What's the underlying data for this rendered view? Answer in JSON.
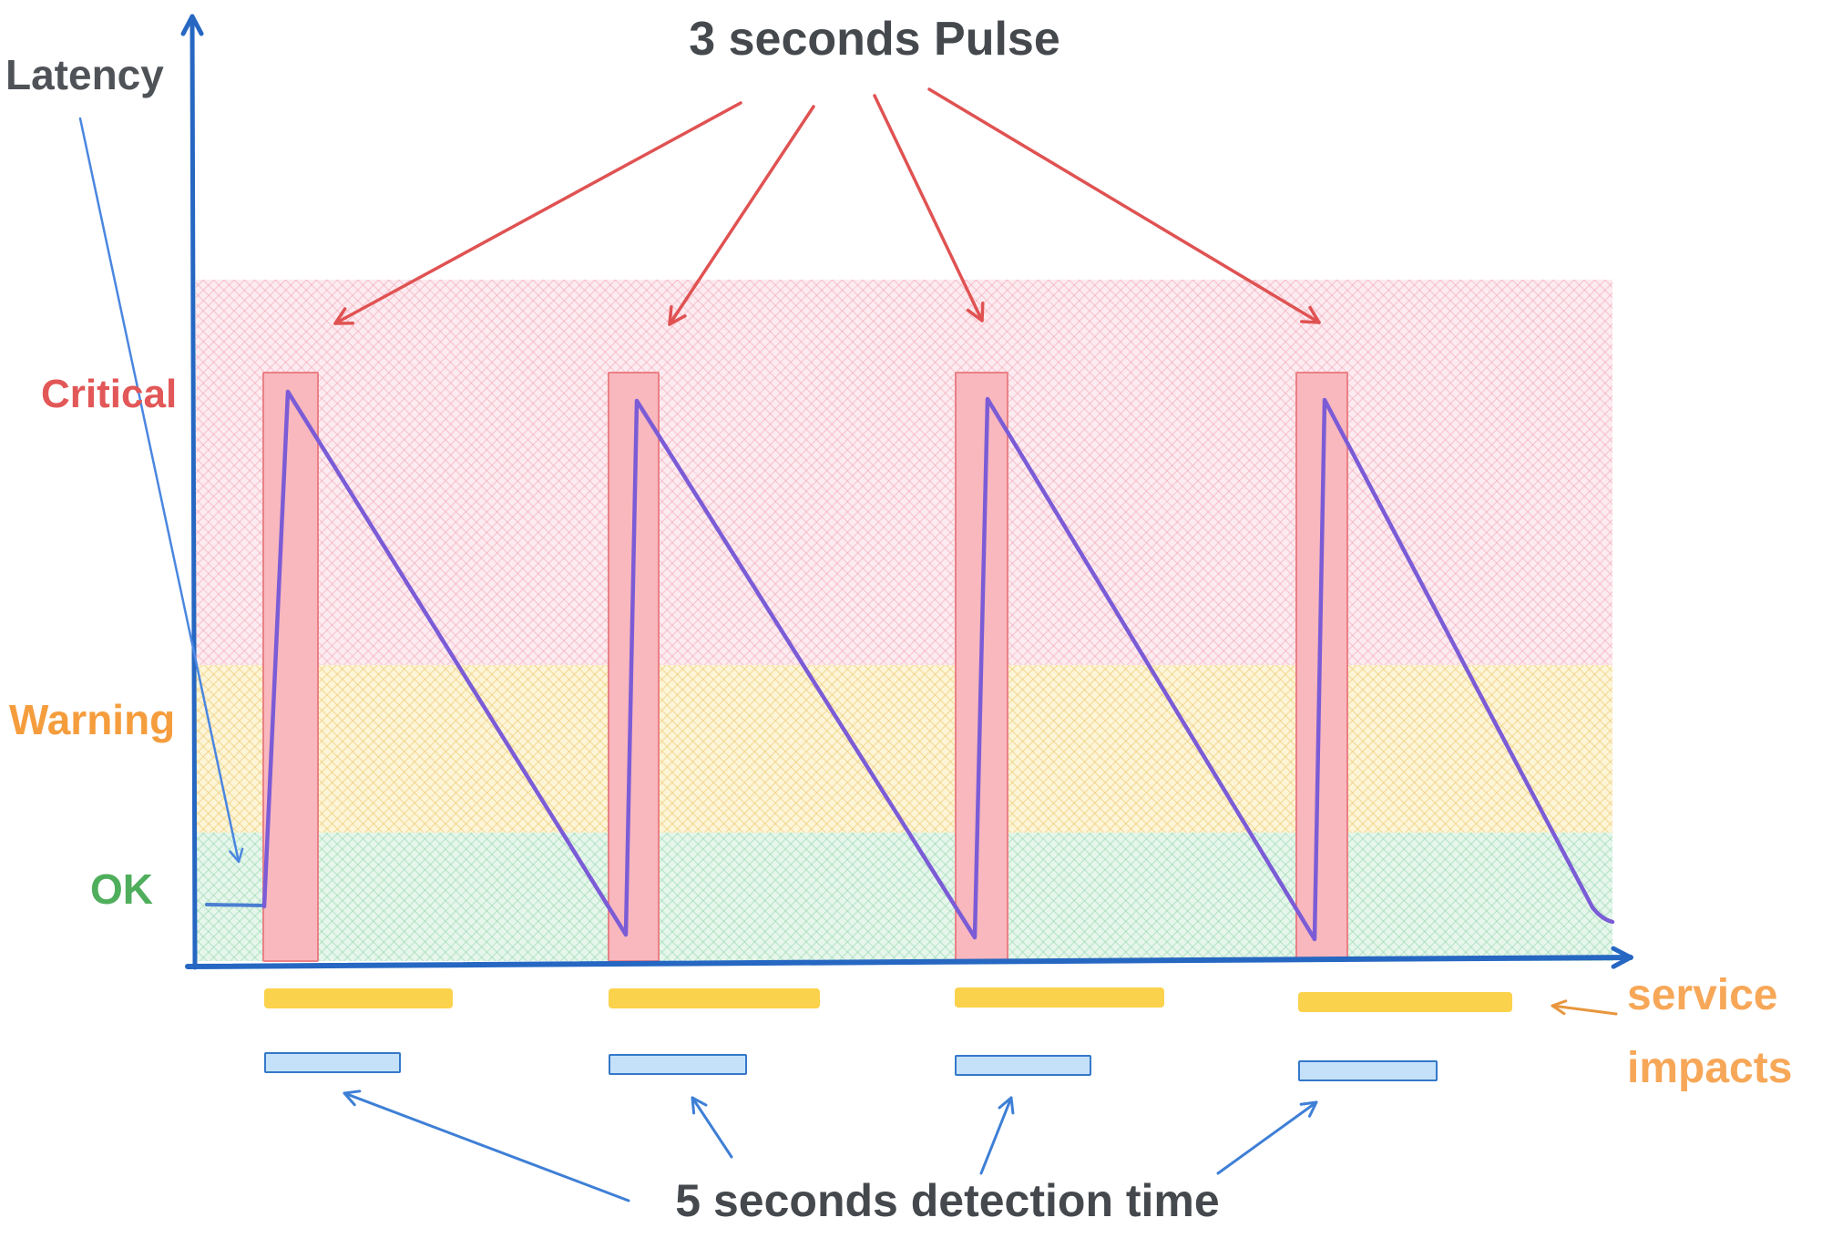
{
  "diagram_title": "3 seconds Pulse",
  "axis": {
    "y_label": "Latency"
  },
  "thresholds": {
    "critical": "Critical",
    "warning": "Warning",
    "ok": "OK"
  },
  "annotations": {
    "pulse_label": "3 seconds Pulse",
    "detection_label": "5 seconds detection time",
    "service_line1": "service",
    "service_line2": "impacts"
  },
  "figure": {
    "pulse_count": 4,
    "service_impact_bar_count": 4,
    "detection_bar_count": 4,
    "bands_top_to_bottom": [
      "Critical",
      "Warning",
      "OK"
    ]
  },
  "colors": {
    "axis_blue": "#2667c2",
    "pointer_blue": "#4a86e0",
    "detection_arrow_blue": "#3e7fd6",
    "purple_trace": "#7b5cd6",
    "pulse_fill": "#f9b7be",
    "pulse_stroke": "#ea8086",
    "red_arrow": "#e05252",
    "band_critical": "#fcebf0",
    "band_warning": "#fdf5d7",
    "band_ok": "#e6f6eb",
    "impact_bar_yellow": "#fbd24b",
    "detection_bar_fill": "#c5e1fa",
    "detection_bar_stroke": "#3478c9",
    "critical_text": "#e25757",
    "warning_text": "#f59d3d",
    "ok_text": "#4fae5c",
    "service_text": "#f7a758",
    "heading_text": "#45494d"
  }
}
